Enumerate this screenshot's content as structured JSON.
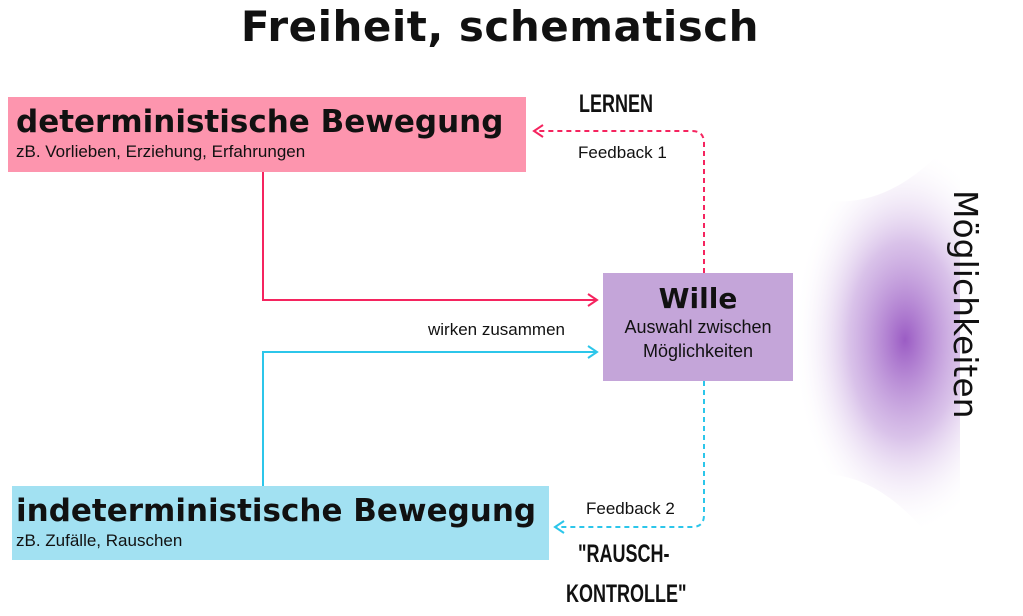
{
  "title": "Freiheit, schematisch",
  "deterministic": {
    "title": "deterministische Bewegung",
    "subtitle": "zB. Vorlieben, Erziehung, Erfahrungen",
    "color": "#fd95ae",
    "line_color": "#f5245f"
  },
  "indeterministic": {
    "title": "indeterministische Bewegung",
    "subtitle": "zB. Zufälle, Rauschen",
    "color": "#a2e1f2",
    "line_color": "#2cc6ea"
  },
  "will": {
    "title": "Wille",
    "line1": "Auswahl zwischen",
    "line2": "Möglichkeiten",
    "color": "#c4a5d9"
  },
  "combine_label": "wirken zusammen",
  "feedback1": {
    "heading": "LERNEN",
    "label": "Feedback 1"
  },
  "feedback2": {
    "label": "Feedback 2",
    "heading_line1": "\"RAUSCH-",
    "heading_line2": "KONTROLLE\""
  },
  "possibilities": {
    "label": "Möglichkeiten",
    "color": "#9b5cc4"
  }
}
